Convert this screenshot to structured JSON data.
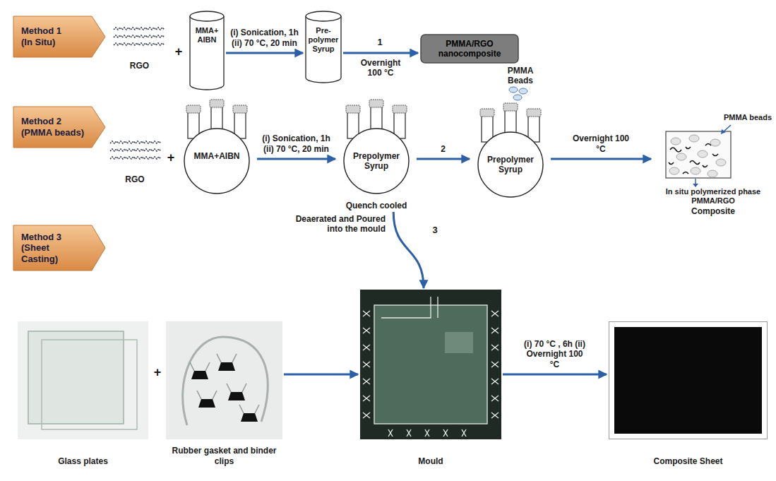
{
  "diagram": {
    "nodes": [
      {
        "text": [
          "Method 1 (In Situ)"
        ]
      },
      {
        "text": [
          "RGO"
        ]
      },
      {
        "text": [
          "MMA+ AIBN"
        ]
      },
      {
        "text": [
          "Pre- polymer Syrup"
        ]
      },
      {
        "text": [
          "PMMA/RGO nanocomposite"
        ]
      },
      {
        "text": [
          "Method 2 (PMMA beads)"
        ]
      },
      {
        "text": [
          "RGO"
        ]
      },
      {
        "text": [
          "MMA+AIBN"
        ]
      },
      {
        "text": [
          "Prepolymer Syrup",
          "Quench cooled"
        ]
      },
      {
        "text": [
          "Prepolymer Syrup"
        ]
      },
      {
        "text": [
          "PMMA beads",
          "In situ polymerized phase PMMA/RGO",
          "Composite"
        ]
      },
      {
        "text": [
          "Method 3 (Sheet Casting)"
        ]
      },
      {
        "text": [
          "Glass plates"
        ]
      },
      {
        "text": [
          "Rubber gasket and binder clips"
        ]
      },
      {
        "text": [
          "Mould"
        ]
      },
      {
        "text": [
          "Composite Sheet"
        ]
      }
    ],
    "edges": [
      {
        "from": 2,
        "to": 3,
        "label": "(i) Sonication, 1h (ii) 70 °C, 20 min",
        "arrow": "to"
      },
      {
        "from": 3,
        "to": 4,
        "label": "Overnight 100 °C",
        "arrow": "to"
      },
      {
        "from": 7,
        "to": 8,
        "label": "(i) Sonication, 1h (ii) 70 °C, 20 min",
        "arrow": "to"
      },
      {
        "from": 8,
        "to": 9,
        "label": "2",
        "arrow": "to"
      },
      {
        "from": 9,
        "to": 10,
        "label": "Overnight 100 °C",
        "arrow": "to"
      },
      {
        "from": 8,
        "to": 14,
        "label": "Deaerated and Poured into the mould",
        "arrow": "to"
      },
      {
        "from": 13,
        "to": 14,
        "arrow": "to"
      },
      {
        "from": 14,
        "to": 15,
        "label": "(i) 70 °C , 6h (ii) Overnight 100 °C",
        "arrow": "to"
      }
    ],
    "labels": [
      "+",
      "1",
      "+",
      "PMMA Beads",
      "3",
      "+"
    ]
  }
}
